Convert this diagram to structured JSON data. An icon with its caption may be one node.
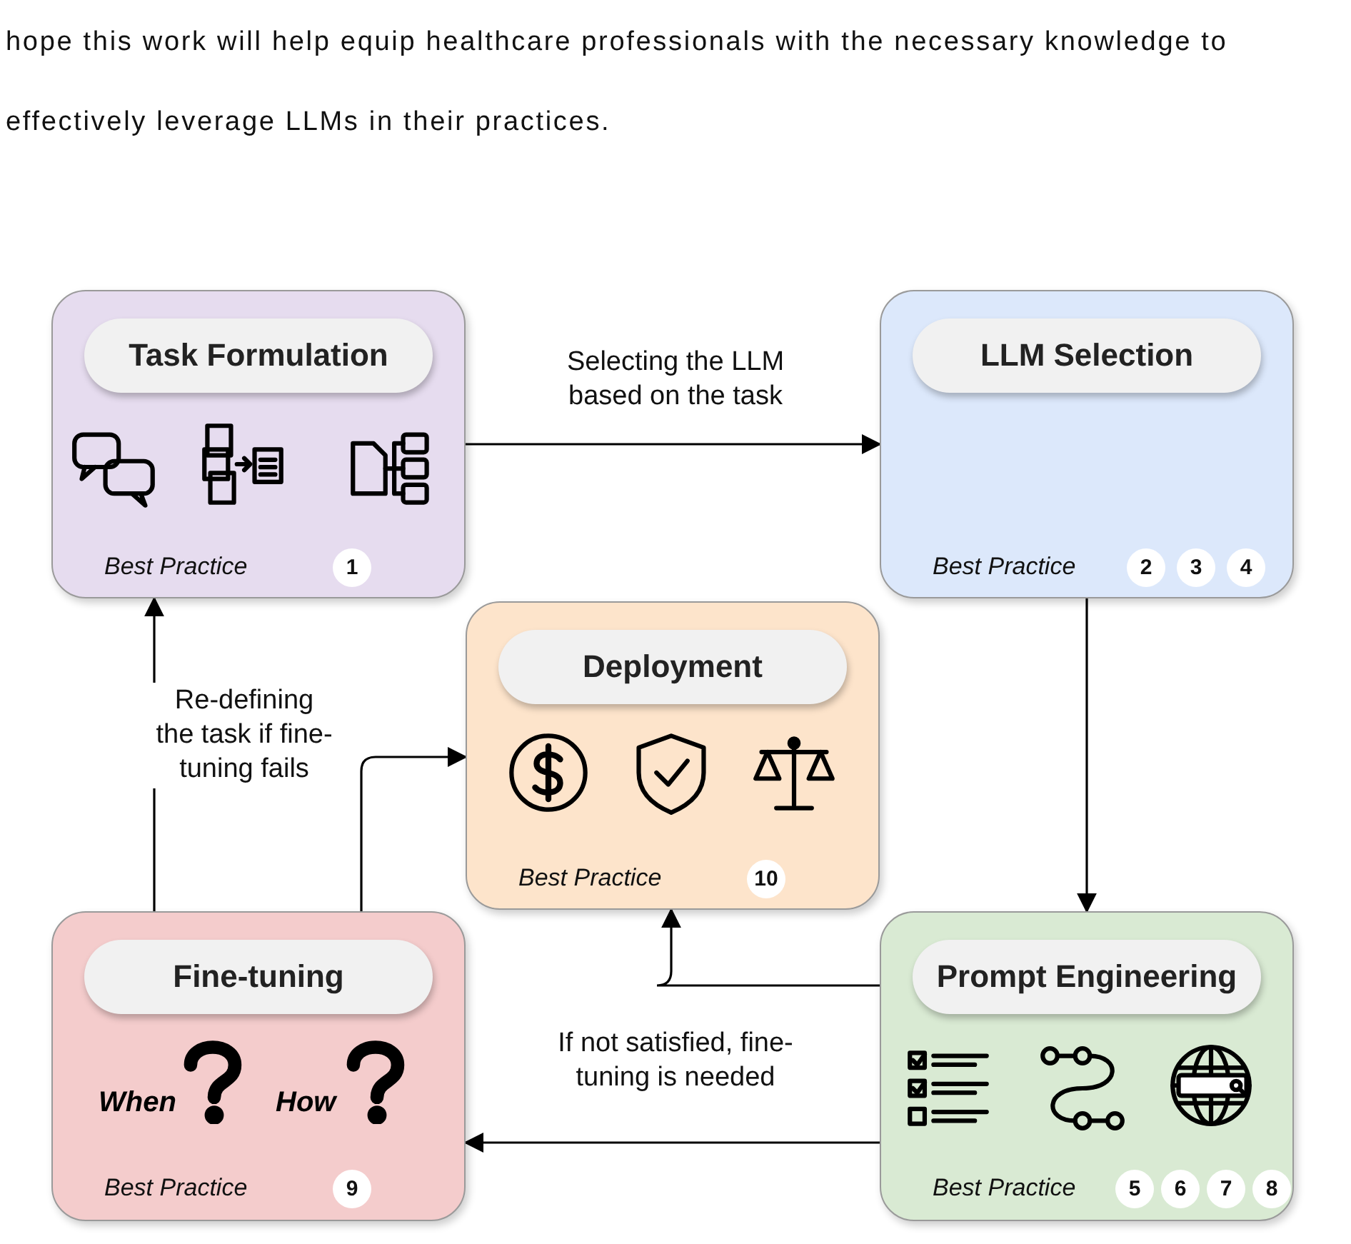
{
  "diagram": {
    "nodes": [
      {
        "text": [
          "Task Formulation",
          "Best Practice",
          "1"
        ]
      },
      {
        "text": [
          "LLM Selection",
          "Best Practice",
          "2",
          "3",
          "4"
        ]
      },
      {
        "text": [
          "Deployment",
          "Best Practice",
          "10"
        ]
      },
      {
        "text": [
          "Fine-tuning",
          "When",
          "How",
          "Best Practice",
          "9"
        ]
      },
      {
        "text": [
          "Prompt Engineering",
          "Best Practice",
          "5",
          "6",
          "7",
          "8"
        ]
      }
    ],
    "edges": [
      {
        "from": 0,
        "to": 1,
        "arrow": "to",
        "label": "Selecting the LLM based on the task"
      },
      {
        "from": 1,
        "to": 4,
        "arrow": "to"
      },
      {
        "from": 4,
        "to": 2,
        "arrow": "to"
      },
      {
        "from": 4,
        "to": 3,
        "arrow": "to",
        "label": "If not satisfied, fine-tuning is needed"
      },
      {
        "from": 3,
        "to": 0,
        "arrow": "to",
        "label": "Re-defining the task if fine-tuning fails"
      },
      {
        "from": 3,
        "to": 2,
        "arrow": "to"
      }
    ],
    "labels": [
      "hope this work will help equip healthcare professionals with the necessary knowledge to effectively leverage LLMs in their practices."
    ]
  }
}
